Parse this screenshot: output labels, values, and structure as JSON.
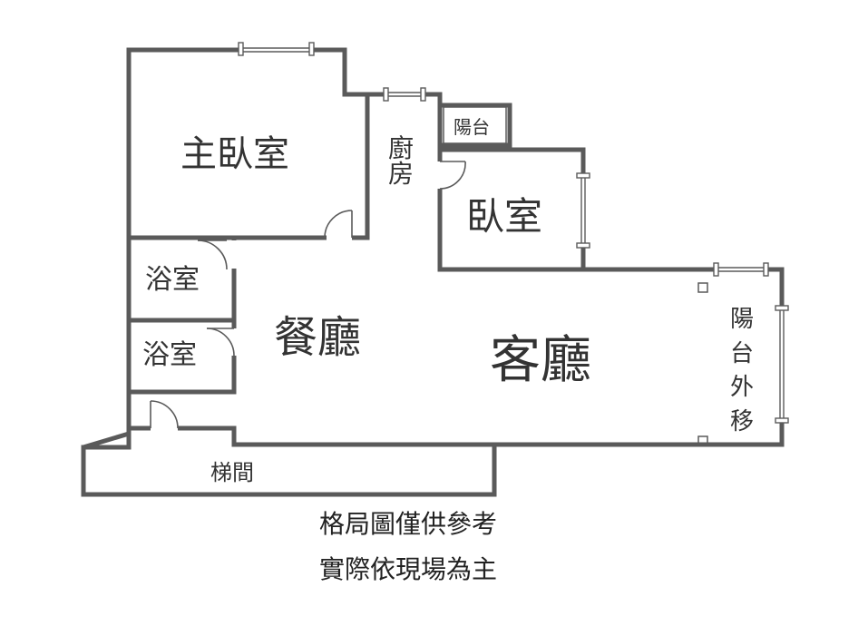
{
  "rooms": {
    "master_bedroom": "主臥室",
    "kitchen": "廚房",
    "service_balcony": "陽台",
    "bedroom": "臥室",
    "bathroom_1": "浴室",
    "bathroom_2": "浴室",
    "dining_room": "餐廳",
    "living_room": "客廳",
    "balcony_moved_out": "陽台外移",
    "stairwell": "梯間"
  },
  "disclaimer": {
    "line1": "格局圖僅供參考",
    "line2": "實際依現場為主"
  }
}
